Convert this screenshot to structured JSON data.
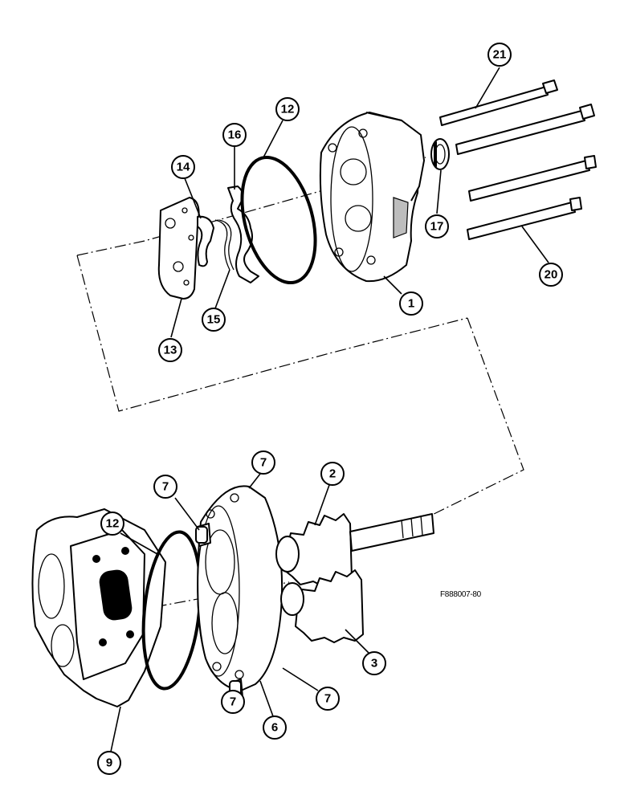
{
  "figure_ref": "F888007-80",
  "callouts": [
    {
      "id": "c21",
      "label": "21"
    },
    {
      "id": "c12a",
      "label": "12"
    },
    {
      "id": "c16",
      "label": "16"
    },
    {
      "id": "c14",
      "label": "14"
    },
    {
      "id": "c17",
      "label": "17"
    },
    {
      "id": "c20",
      "label": "20"
    },
    {
      "id": "c1",
      "label": "1"
    },
    {
      "id": "c15",
      "label": "15"
    },
    {
      "id": "c13",
      "label": "13"
    },
    {
      "id": "c7a",
      "label": "7"
    },
    {
      "id": "c7b",
      "label": "7"
    },
    {
      "id": "c2",
      "label": "2"
    },
    {
      "id": "c12b",
      "label": "12"
    },
    {
      "id": "c3",
      "label": "3"
    },
    {
      "id": "c7c",
      "label": "7"
    },
    {
      "id": "c7d",
      "label": "7"
    },
    {
      "id": "c6",
      "label": "6"
    },
    {
      "id": "c9",
      "label": "9"
    }
  ]
}
